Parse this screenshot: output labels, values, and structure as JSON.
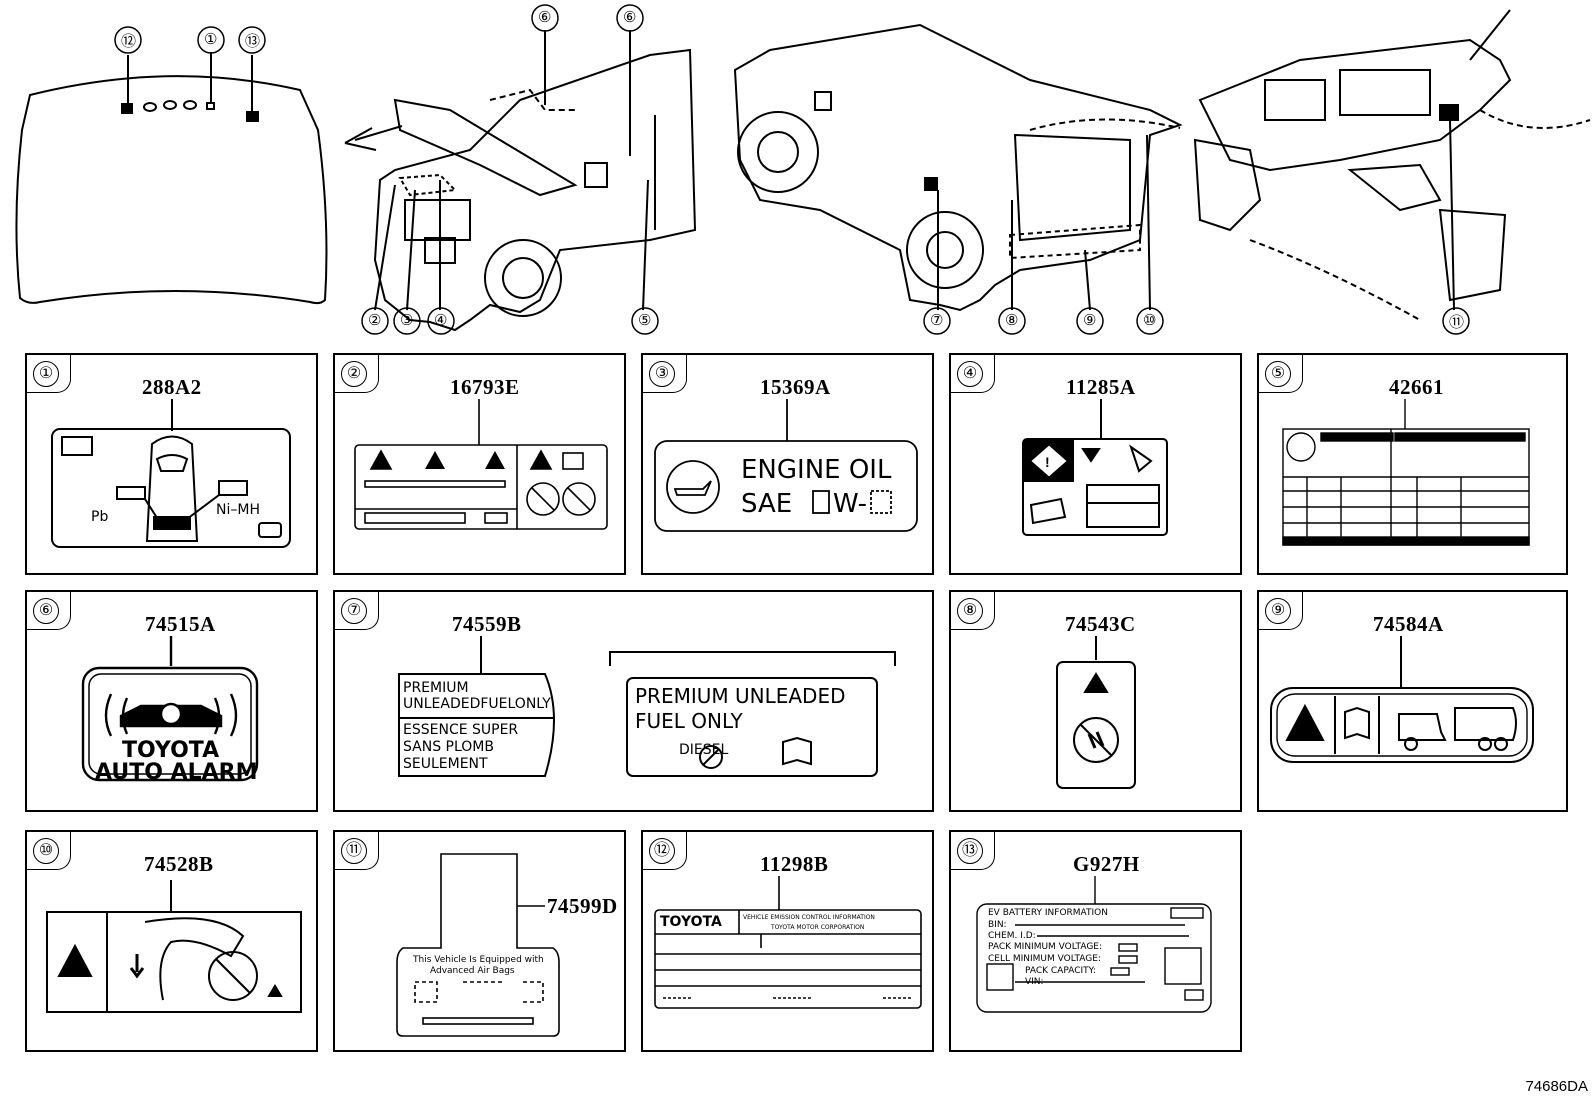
{
  "diagram": {
    "callouts_top": [
      "⑫",
      "①",
      "⑬",
      "⑥",
      "⑥",
      "②",
      "③",
      "④",
      "⑤",
      "⑦",
      "⑧",
      "⑨",
      "⑩",
      "⑪"
    ],
    "panels": [
      {
        "num": "①",
        "code": "288A2",
        "text": [
          "Pb",
          "Ni–MH"
        ]
      },
      {
        "num": "②",
        "code": "16793E"
      },
      {
        "num": "③",
        "code": "15369A",
        "text": [
          "ENGINE  OIL",
          "SAE"
        ]
      },
      {
        "num": "④",
        "code": "11285A"
      },
      {
        "num": "⑤",
        "code": "42661"
      },
      {
        "num": "⑥",
        "code": "74515A",
        "text": [
          "TOYOTA",
          "AUTO ALARM"
        ]
      },
      {
        "num": "⑦",
        "code": "74559B",
        "text": [
          "PREMIUM",
          "UNLEADEDFUELONLY",
          "ESSENCE  SUPER",
          "SANS  PLOMB",
          "SEULEMENT",
          "PREMIUM  UNLEADED",
          "FUEL  ONLY",
          "DIESEL"
        ]
      },
      {
        "num": "⑧",
        "code": "74543C"
      },
      {
        "num": "⑨",
        "code": "74584A"
      },
      {
        "num": "⑩",
        "code": "74528B"
      },
      {
        "num": "⑪",
        "code": "74599D",
        "text": [
          "This Vehicle Is Equipped with",
          "Advanced  Air Bags"
        ]
      },
      {
        "num": "⑫",
        "code": "11298B",
        "text": [
          "TOYOTA",
          "VEHICLE EMISSION CONTROL INFORMATION",
          "TOYOTA MOTOR CORPORATION"
        ]
      },
      {
        "num": "⑬",
        "code": "G927H",
        "text": [
          "EV  BATTERY  INFORMATION",
          "BIN:",
          "CHEM. I.D:",
          "PACK MINIMUM VOLTAGE:",
          "CELL MINIMUM VOLTAGE:",
          "PACK  CAPACITY:",
          "VIN:"
        ]
      }
    ],
    "footer_code": "74686DA"
  },
  "colors": {
    "ink": "#000000",
    "paper": "#ffffff"
  }
}
